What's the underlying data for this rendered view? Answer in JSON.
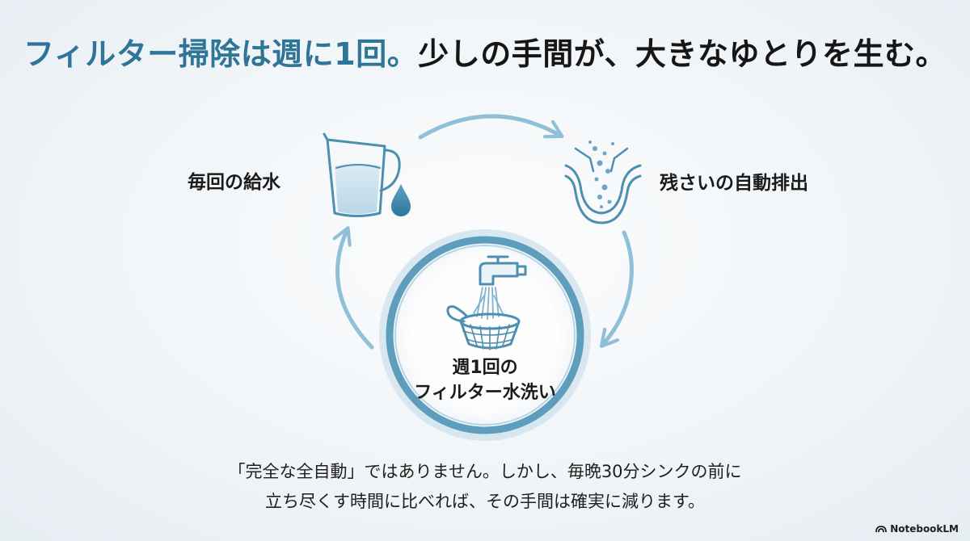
{
  "title": {
    "accent": "フィルター掃除は週に1回。",
    "rest": "少しの手間が、大きなゆとりを生む。"
  },
  "cycle": {
    "supply_label": "毎回の給水",
    "drain_label": "残さいの自動排出",
    "center_line1": "週1回の",
    "center_line2": "フィルター水洗い"
  },
  "note": {
    "line1": "「完全な全自動」ではありません。しかし、毎晩30分シンクの前に",
    "line2": "立ち尽くす時間に比べれば、その手間は確実に減ります。"
  },
  "brand": {
    "label": "NotebookLM"
  },
  "icons": [
    "pitcher-icon",
    "water-drop-icon",
    "drain-icon",
    "faucet-icon",
    "strainer-icon",
    "notebooklm-logo-icon"
  ],
  "colors": {
    "accent": "#2e7598",
    "arrow": "#8fc0d5",
    "icon_stroke": "#4d8fb0",
    "ring": "#5f9dbd"
  }
}
